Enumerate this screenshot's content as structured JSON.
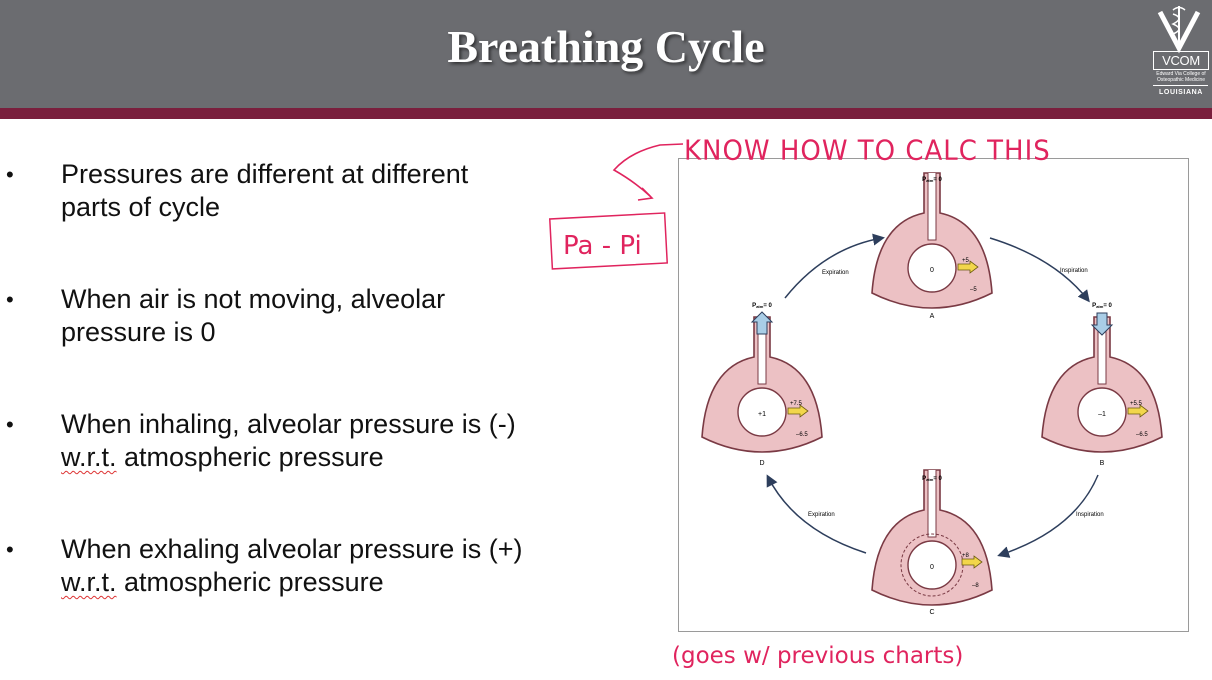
{
  "slide": {
    "title": "Breathing Cycle",
    "logo": {
      "name": "VCOM",
      "subtitle": "Edward Via College of Osteopathic Medicine",
      "state": "LOUISIANA"
    },
    "colors": {
      "header": "#6b6c70",
      "stripe": "#7a1f3d",
      "ink": "#e0245e"
    }
  },
  "bullets": [
    {
      "marker": "•",
      "before": "Pressures are different at different parts of cycle",
      "underlined": "",
      "after": ""
    },
    {
      "marker": "•",
      "before": "When air is not moving, alveolar pressure is 0",
      "underlined": "",
      "after": ""
    },
    {
      "marker": "•",
      "before": "When inhaling, alveolar pressure is (-) ",
      "underlined": "w.r.t.",
      "after": " atmospheric pressure"
    },
    {
      "marker": "•",
      "before": "When exhaling alveolar pressure is (+) ",
      "underlined": "w.r.t.",
      "after": " atmospheric pressure"
    }
  ],
  "annotations": {
    "top_note": "KNOW HOW TO CALC THIS",
    "formula": "Pa - Pi",
    "bottom_note": "(goes w/ previous charts)"
  },
  "diagram": {
    "patm_label": "P",
    "patm_sub": "atm",
    "patm_value": "= 0",
    "stages": [
      {
        "label": "A",
        "alveolar": "0",
        "transpulmonary": "+5",
        "intrapleural": "–5"
      },
      {
        "label": "B",
        "alveolar": "–1",
        "transpulmonary": "+5.5",
        "intrapleural": "–6.5"
      },
      {
        "label": "C",
        "alveolar": "0",
        "transpulmonary": "+8",
        "intrapleural": "–8"
      },
      {
        "label": "D",
        "alveolar": "+1",
        "transpulmonary": "+7.5",
        "intrapleural": "–6.5"
      }
    ],
    "arrow_labels": {
      "inspiration": "Inspiration",
      "expiration": "Expiration"
    }
  }
}
